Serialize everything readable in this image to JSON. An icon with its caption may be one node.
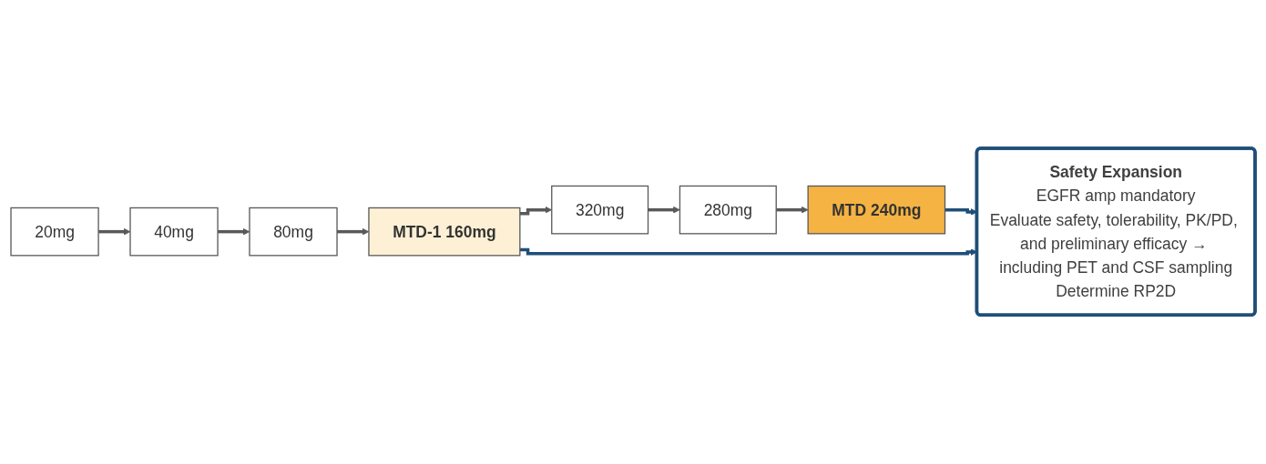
{
  "diagram": {
    "nodes": [
      {
        "text": [
          "20mg"
        ]
      },
      {
        "text": [
          "40mg"
        ]
      },
      {
        "text": [
          "80mg"
        ]
      },
      {
        "text": [
          "MTD-1 160mg"
        ]
      },
      {
        "text": [
          "320mg"
        ]
      },
      {
        "text": [
          "280mg"
        ]
      },
      {
        "text": [
          "MTD 240mg"
        ]
      },
      {
        "text": [
          "Safety Expansion",
          "EGFR amp mandatory",
          "Evaluate safety, tolerability, PK/PD, and preliminary efficacy → including PET and CSF sampling",
          "Determine RP2D"
        ]
      }
    ],
    "edges": [
      {
        "from": 0,
        "to": 1,
        "arrow": "to"
      },
      {
        "from": 1,
        "to": 2,
        "arrow": "to"
      },
      {
        "from": 2,
        "to": 3,
        "arrow": "to"
      },
      {
        "from": 3,
        "to": 4,
        "arrow": "to"
      },
      {
        "from": 4,
        "to": 5,
        "arrow": "to"
      },
      {
        "from": 5,
        "to": 6,
        "arrow": "to"
      },
      {
        "from": 6,
        "to": 7,
        "arrow": "to",
        "color": "#1f4e79"
      },
      {
        "from": 3,
        "to": 7,
        "arrow": "to",
        "color": "#1f4e79"
      }
    ]
  }
}
